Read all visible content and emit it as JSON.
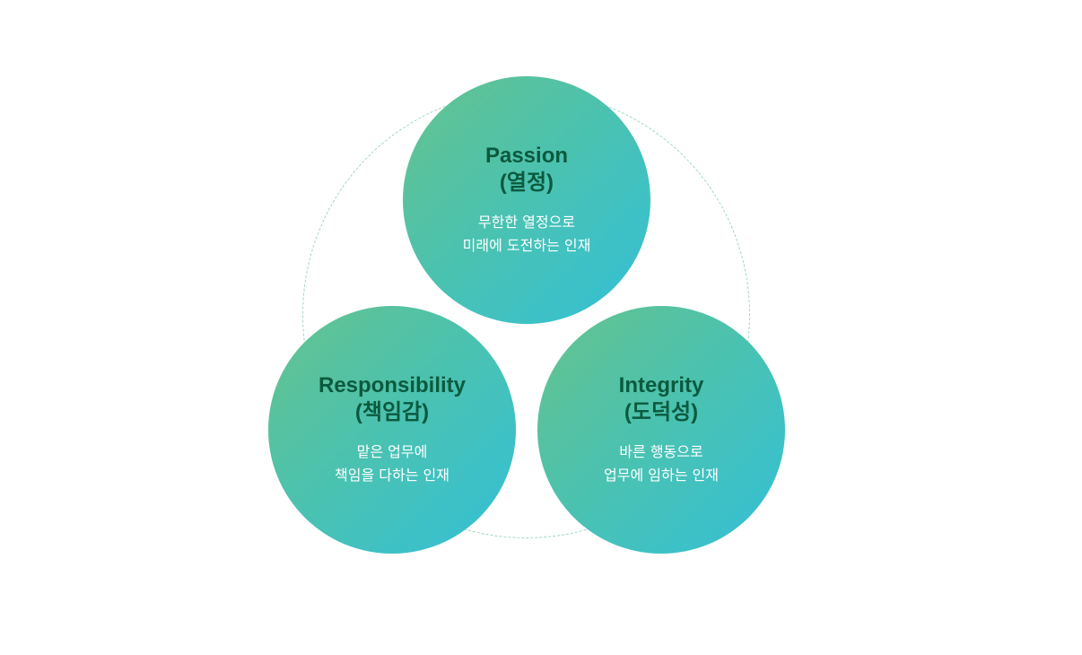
{
  "values": [
    {
      "title_en": "Passion",
      "title_ko": "(열정)",
      "desc_line1": "무한한 열정으로",
      "desc_line2": "미래에 도전하는 인재"
    },
    {
      "title_en": "Responsibility",
      "title_ko": "(책임감)",
      "desc_line1": "맡은 업무에",
      "desc_line2": "책임을 다하는 인재"
    },
    {
      "title_en": "Integrity",
      "title_ko": "(도덕성)",
      "desc_line1": "바른 행동으로",
      "desc_line2": "업무에 임하는 인재"
    }
  ],
  "colors": {
    "gradient_start": "#66c38c",
    "gradient_end": "#33c0d8",
    "title": "#0b5a3e",
    "description": "#ffffff",
    "ring": "#9fd4c2"
  }
}
